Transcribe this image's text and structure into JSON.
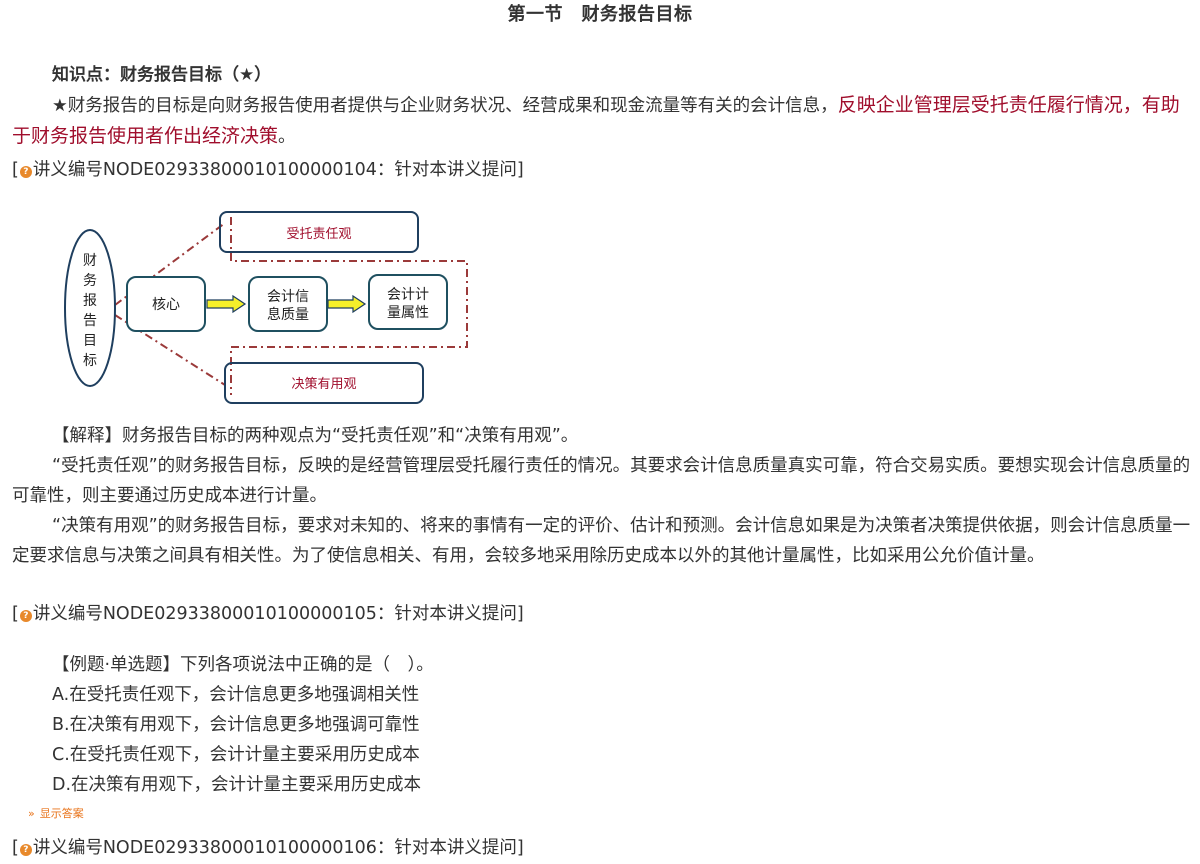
{
  "section_title": "第一节　财务报告目标",
  "knowledge_point": {
    "heading": "知识点：财务报告目标（★）",
    "text_normal": "★财务报告的目标是向财务报告使用者提供与企业财务状况、经营成果和现金流量等有关的会计信息，",
    "text_highlight": "反映企业管理层受托责任履行情况，有助于财务报告使用者作出经济决策",
    "text_end": "。",
    "highlight_color": "#a00e2c"
  },
  "node_links": [
    {
      "prefix": "[",
      "icon": "question-icon",
      "label": "讲义编号NODE02933800010100000104：针对本讲义提问",
      "suffix": "]"
    },
    {
      "prefix": "[",
      "icon": "question-icon",
      "label": "讲义编号NODE02933800010100000105：针对本讲义提问",
      "suffix": "]"
    },
    {
      "prefix": "[",
      "icon": "question-icon",
      "label": "讲义编号NODE02933800010100000106：针对本讲义提问",
      "suffix": "]"
    }
  ],
  "diagram": {
    "root": "财务报告目标",
    "core": "核心",
    "quality": [
      "会计信",
      "息质量"
    ],
    "measurement": [
      "会计计",
      "量属性"
    ],
    "view_top": "受托责任观",
    "view_bottom": "决策有用观",
    "colors": {
      "box_border": "#1f3f5f",
      "dash_line": "#9b3a3a",
      "arrow_fill": "#f5f02a",
      "view_text": "#a00e2c"
    }
  },
  "explanation": {
    "p1": "【解释】财务报告目标的两种观点为“受托责任观”和“决策有用观”。",
    "p2": "“受托责任观”的财务报告目标，反映的是经营管理层受托履行责任的情况。其要求会计信息质量真实可靠，符合交易实质。要想实现会计信息质量的可靠性，则主要通过历史成本进行计量。",
    "p3": "“决策有用观”的财务报告目标，要求对未知的、将来的事情有一定的评价、估计和预测。会计信息如果是为决策者决策提供依据，则会计信息质量一定要求信息与决策之间具有相关性。为了使信息相关、有用，会较多地采用除历史成本以外的其他计量属性，比如采用公允价值计量。"
  },
  "example": {
    "question": "【例题·单选题】下列各项说法中正确的是（　）。",
    "options": [
      "A.在受托责任观下，会计信息更多地强调相关性",
      "B.在决策有用观下，会计信息更多地强调可靠性",
      "C.在受托责任观下，会计计量主要采用历史成本",
      "D.在决策有用观下，会计计量主要采用历史成本"
    ],
    "show_answer_chevron": "»",
    "show_answer_label": "显示答案"
  }
}
